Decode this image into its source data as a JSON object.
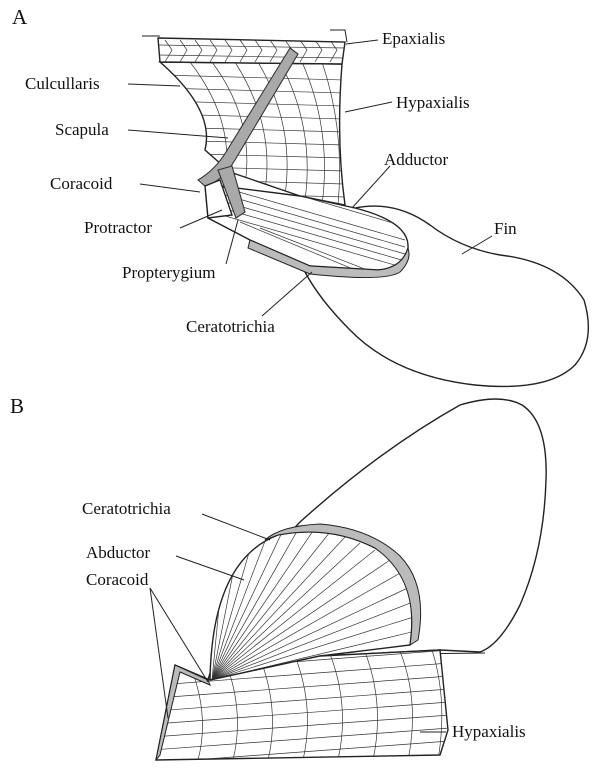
{
  "panels": [
    {
      "letter": "A",
      "labels": {
        "epaxialis": "Epaxialis",
        "culcullaris": "Culcullaris",
        "hypaxialis": "Hypaxialis",
        "scapula": "Scapula",
        "adductor": "Adductor",
        "coracoid": "Coracoid",
        "protractor": "Protractor",
        "fin": "Fin",
        "propterygium": "Propterygium",
        "ceratotrichia": "Ceratotrichia"
      }
    },
    {
      "letter": "B",
      "labels": {
        "ceratotrichia": "Ceratotrichia",
        "abductor": "Abductor",
        "coracoid": "Coracoid",
        "hypaxialis": "Hypaxialis"
      }
    }
  ]
}
